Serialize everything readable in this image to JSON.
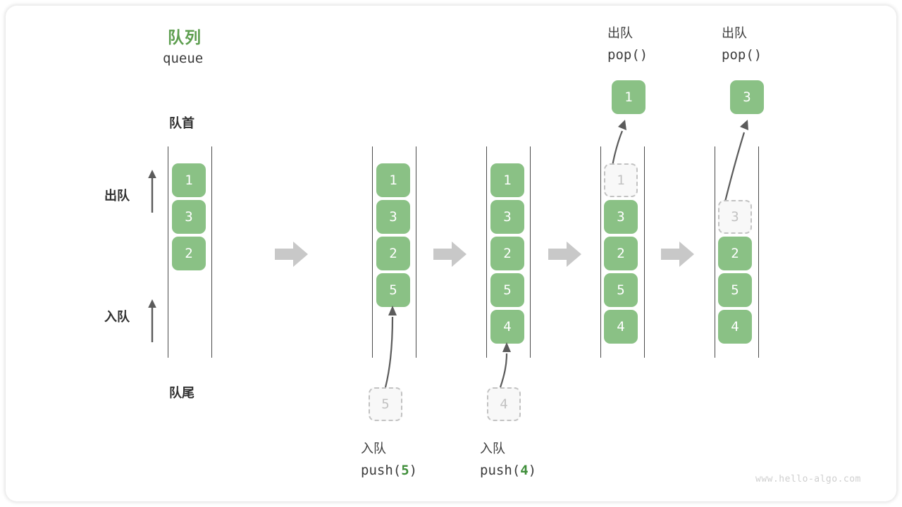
{
  "diagram": {
    "title_cn": "队列",
    "title_en": "queue",
    "front_label": "队首",
    "rear_label": "队尾",
    "dequeue_label": "出队",
    "enqueue_label": "入队",
    "watermark": "www.hello-algo.com",
    "accent_green": "#5d9e4f",
    "cell_green": "#8ac185",
    "ghost_gray": "#c2c2c2",
    "arrow_gray": "#c8c8c8"
  },
  "steps": [
    {
      "id": "step-1-initial",
      "cells": [
        {
          "value": "1",
          "state": "filled"
        },
        {
          "value": "3",
          "state": "filled"
        },
        {
          "value": "2",
          "state": "filled"
        }
      ]
    },
    {
      "id": "step-2-push-5",
      "op_cn": "入队",
      "op_code_prefix": "push(",
      "op_code_arg": "5",
      "op_code_suffix": ")",
      "incoming_value": "5",
      "cells": [
        {
          "value": "1",
          "state": "filled"
        },
        {
          "value": "3",
          "state": "filled"
        },
        {
          "value": "2",
          "state": "filled"
        },
        {
          "value": "5",
          "state": "filled"
        }
      ]
    },
    {
      "id": "step-3-push-4",
      "op_cn": "入队",
      "op_code_prefix": "push(",
      "op_code_arg": "4",
      "op_code_suffix": ")",
      "incoming_value": "4",
      "cells": [
        {
          "value": "1",
          "state": "filled"
        },
        {
          "value": "3",
          "state": "filled"
        },
        {
          "value": "2",
          "state": "filled"
        },
        {
          "value": "5",
          "state": "filled"
        },
        {
          "value": "4",
          "state": "filled"
        }
      ]
    },
    {
      "id": "step-4-pop-1",
      "op_cn": "出队",
      "op_code": "pop()",
      "popped_value": "1",
      "cells": [
        {
          "value": "1",
          "state": "ghost"
        },
        {
          "value": "3",
          "state": "filled"
        },
        {
          "value": "2",
          "state": "filled"
        },
        {
          "value": "5",
          "state": "filled"
        },
        {
          "value": "4",
          "state": "filled"
        }
      ]
    },
    {
      "id": "step-5-pop-3",
      "op_cn": "出队",
      "op_code": "pop()",
      "popped_value": "3",
      "cells": [
        {
          "value": "",
          "state": "empty"
        },
        {
          "value": "3",
          "state": "ghost"
        },
        {
          "value": "2",
          "state": "filled"
        },
        {
          "value": "5",
          "state": "filled"
        },
        {
          "value": "4",
          "state": "filled"
        }
      ]
    }
  ]
}
